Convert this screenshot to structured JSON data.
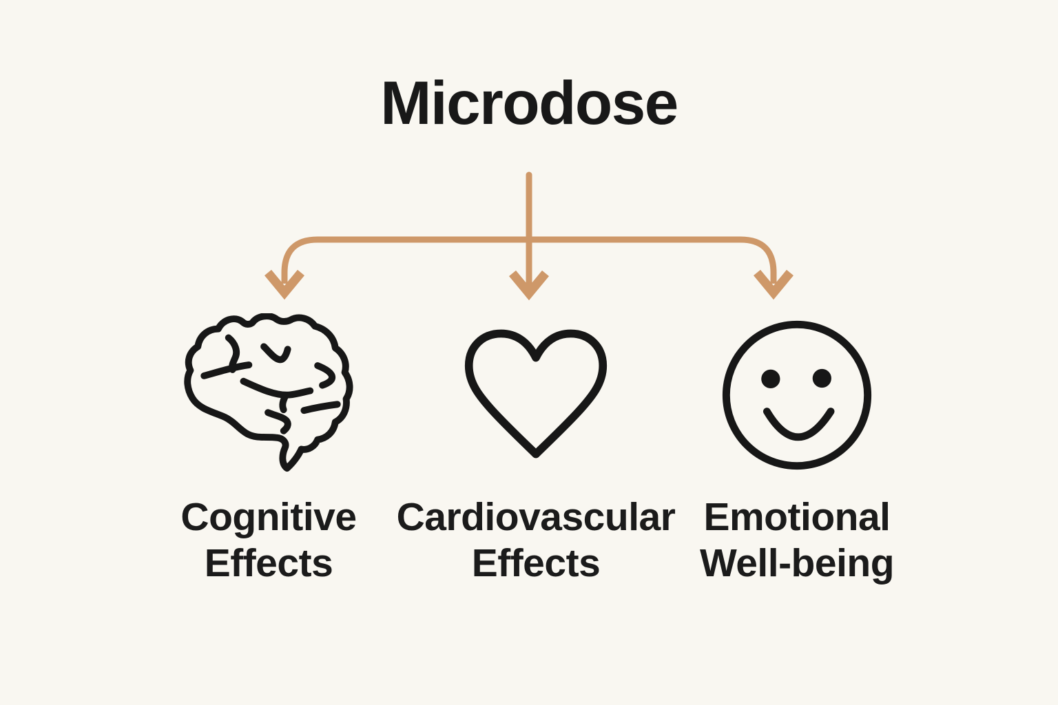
{
  "title": "Microdose",
  "colors": {
    "background": "#f9f7f1",
    "arrow": "#ce9869",
    "ink": "#1b1b1b"
  },
  "arrows": {
    "description": "one vertical arrow from title, horizontal rail splitting to left and right curved arrows"
  },
  "branches": [
    {
      "icon": "brain-icon",
      "label_line1": "Cognitive",
      "label_line2": "Effects"
    },
    {
      "icon": "heart-icon",
      "label_line1": "Cardiovascular",
      "label_line2": "Effects"
    },
    {
      "icon": "smiley-icon",
      "label_line1": "Emotional",
      "label_line2": "Well-being"
    }
  ]
}
